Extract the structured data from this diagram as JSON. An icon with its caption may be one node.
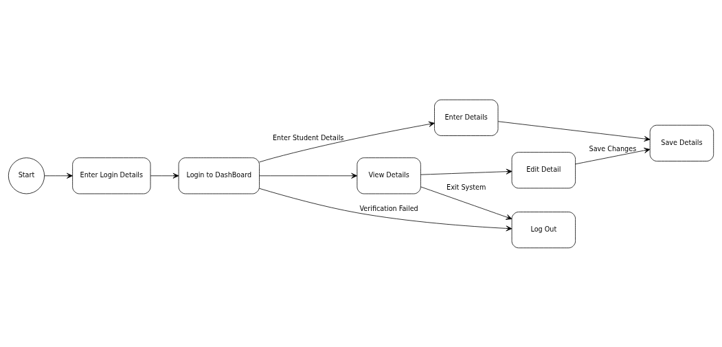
{
  "diagram": {
    "nodes": [
      {
        "text": [
          "Start"
        ]
      },
      {
        "text": [
          "Enter Login Details"
        ]
      },
      {
        "text": [
          "Login to DashBoard"
        ]
      },
      {
        "text": [
          "Enter Details"
        ]
      },
      {
        "text": [
          "Save Details"
        ]
      },
      {
        "text": [
          "View Details"
        ]
      },
      {
        "text": [
          "Edit Detail"
        ]
      },
      {
        "text": [
          "Log Out"
        ]
      }
    ],
    "edges": [
      {
        "from": 0,
        "to": 1,
        "arrow": "to"
      },
      {
        "from": 1,
        "to": 2,
        "arrow": "to"
      },
      {
        "from": 2,
        "to": 3,
        "arrow": "to",
        "label": "Enter Student Details"
      },
      {
        "from": 3,
        "to": 4,
        "arrow": "to"
      },
      {
        "from": 2,
        "to": 5,
        "arrow": "to"
      },
      {
        "from": 5,
        "to": 6,
        "arrow": "to"
      },
      {
        "from": 6,
        "to": 4,
        "arrow": "to",
        "label": "Save Changes"
      },
      {
        "from": 5,
        "to": 7,
        "arrow": "to",
        "label": "Exit System"
      },
      {
        "from": 2,
        "to": 7,
        "arrow": "to",
        "label": "Verification Failed"
      }
    ]
  }
}
